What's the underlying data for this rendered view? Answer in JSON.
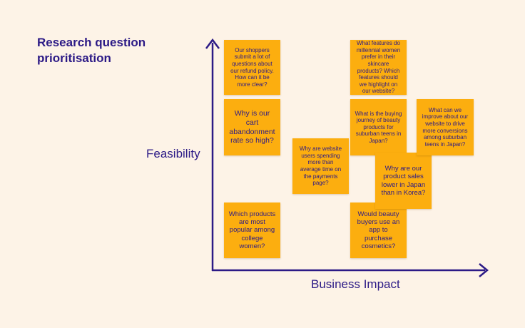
{
  "title": "Research question prioritisation",
  "axes": {
    "y_label": "Feasibility",
    "x_label": "Business Impact"
  },
  "colors": {
    "note": "#fcae0f",
    "ink": "#2c1a86",
    "background": "#fdf3e7"
  },
  "notes": [
    {
      "id": "refund-policy",
      "text": "Our shoppers submit a lot of questions about our refund policy. How can it be more clear?"
    },
    {
      "id": "cart-abandonment",
      "text": "Why is our cart abandonment rate so high?"
    },
    {
      "id": "college-products",
      "text": "Which products are most popular among college women?"
    },
    {
      "id": "time-on-payments",
      "text": "Why are website users spending more than average time on the payments page?"
    },
    {
      "id": "millennial-skincare",
      "text": "What features do millennial women prefer in their skincare products? Which features should we highlight on our website?"
    },
    {
      "id": "buying-journey",
      "text": "What is the buying journey of beauty products for suburban teens in Japan?"
    },
    {
      "id": "beauty-app",
      "text": "Would beauty buyers use an app to purchase cosmetics?"
    },
    {
      "id": "sales-japan-korea",
      "text": "Why are our product sales lower in Japan than in Korea?"
    },
    {
      "id": "conversions",
      "text": "What can we improve about our website to drive more conversions among suburban teens in Japan?"
    }
  ]
}
